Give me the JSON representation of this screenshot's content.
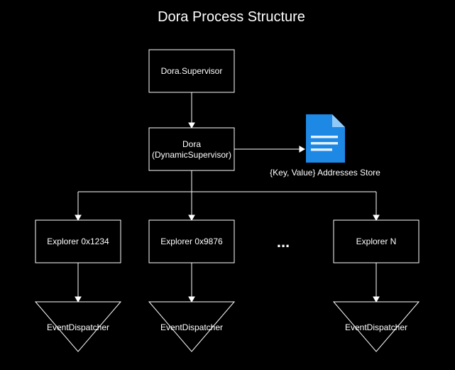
{
  "diagram": {
    "title": "Dora Process Structure",
    "colors": {
      "background": "#000000",
      "stroke": "#ffffff",
      "text": "#ffffff",
      "doc_blue": "#1e88e5",
      "doc_light": "#90caf9"
    },
    "nodes": {
      "supervisor": {
        "label": "Dora.Supervisor"
      },
      "dynamic": {
        "line1": "Dora",
        "line2": "(DynamicSupervisor)"
      },
      "store": {
        "label": "{Key, Value} Addresses Store",
        "icon": "document-icon"
      },
      "explorer1": {
        "label": "Explorer 0x1234"
      },
      "explorer2": {
        "label": "Explorer 0x9876"
      },
      "ellipsis": {
        "label": "..."
      },
      "explorerN": {
        "label": "Explorer N"
      },
      "dispatcher1": {
        "label": "EventDispatcher"
      },
      "dispatcher2": {
        "label": "EventDispatcher"
      },
      "dispatcherN": {
        "label": "EventDispatcher"
      }
    }
  }
}
